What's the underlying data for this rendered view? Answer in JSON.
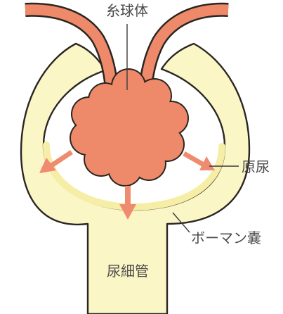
{
  "labels": {
    "glomerulus": "糸球体",
    "primary_urine": "原尿",
    "bowmans_capsule": "ボーマン嚢",
    "renal_tubule": "尿細管"
  },
  "colors": {
    "capsule_fill": "#fbf6c6",
    "capsule_stroke": "#2b2622",
    "glomerulus_fill": "#ee8a69",
    "arrow": "#ef8b6e",
    "text": "#4a4a4a"
  }
}
